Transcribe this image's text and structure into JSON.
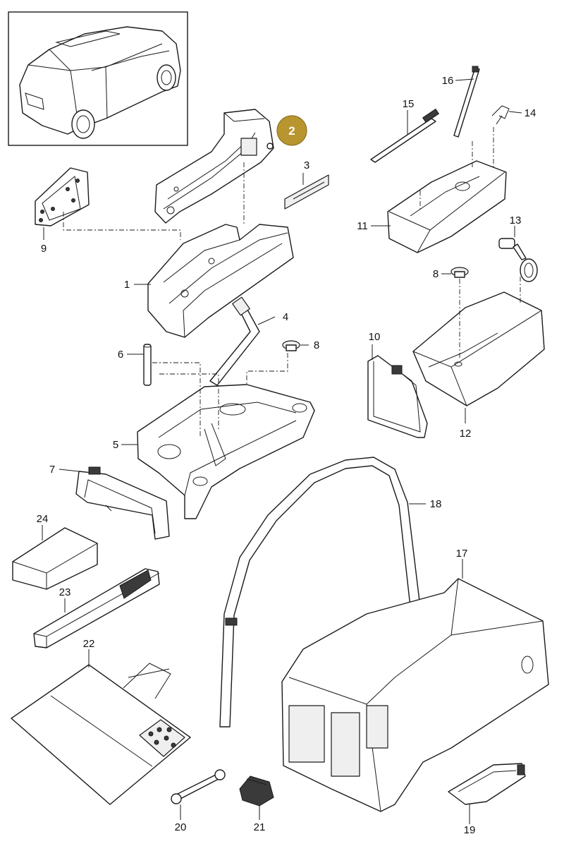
{
  "labels": {
    "l1": "1",
    "l2": "2",
    "l3": "3",
    "l4": "4",
    "l5": "5",
    "l6": "6",
    "l7": "7",
    "l8a": "8",
    "l8b": "8",
    "l9": "9",
    "l10": "10",
    "l11": "11",
    "l12": "12",
    "l13": "13",
    "l14": "14",
    "l15": "15",
    "l16": "16",
    "l17": "17",
    "l18": "18",
    "l19": "19",
    "l20": "20",
    "l21": "21",
    "l22": "22",
    "l23": "23",
    "l24": "24"
  },
  "highlight": {
    "part": "2",
    "color": "#b8952f"
  },
  "colors": {
    "line": "#1a1a1a",
    "background": "#ffffff"
  }
}
